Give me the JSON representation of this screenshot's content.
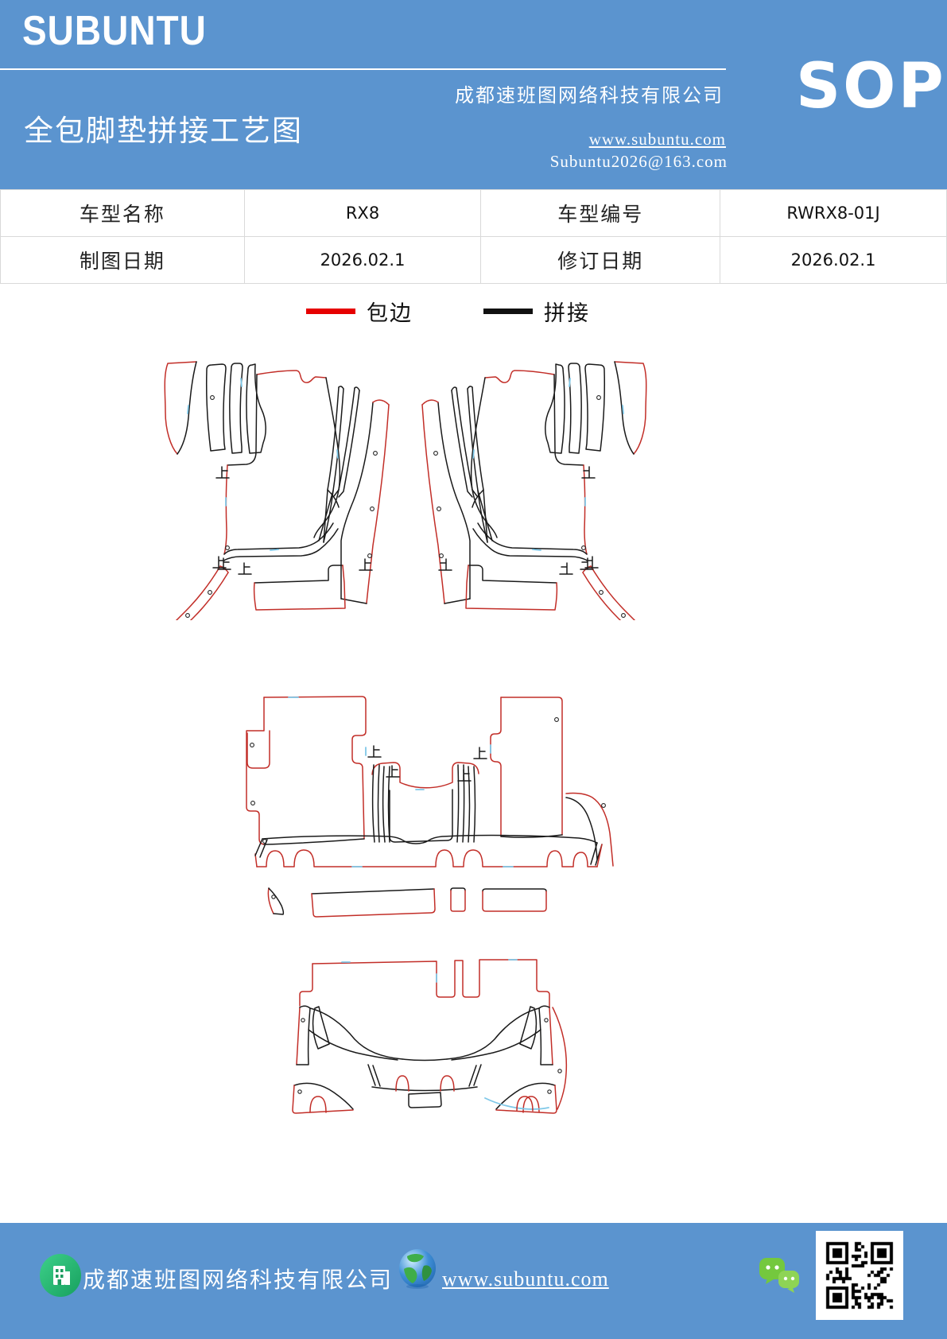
{
  "header": {
    "logo": "SUBUNTU",
    "title": "全包脚垫拼接工艺图",
    "company": "成都速班图网络科技有限公司",
    "website": "www.subuntu.com",
    "email": "Subuntu2026@163.com",
    "sop": "SOP"
  },
  "info_table": {
    "rows": [
      [
        "车型名称",
        "RX8",
        "车型编号",
        "RWRX8-01J"
      ],
      [
        "制图日期",
        "2026.02.1",
        "修订日期",
        "2026.02.1"
      ]
    ]
  },
  "legend": {
    "items": [
      {
        "label": "包边",
        "color": "#e60000"
      },
      {
        "label": "拼接",
        "color": "#111111"
      }
    ]
  },
  "footer": {
    "company": "成都速班图网络科技有限公司",
    "website": "www.subuntu.com",
    "icons": [
      "company-logo-icon",
      "globe-icon",
      "wechat-icon",
      "qr-code"
    ]
  },
  "colors": {
    "band_blue": "#5b94cf",
    "legend_red": "#e60000",
    "legend_black": "#111111",
    "edge_red": "#c22e28",
    "seam_black": "#1a1a1a",
    "accent_cyan": "#7fc8e8",
    "table_border": "#d9d9d9",
    "logo_green_1": "#3dd08a",
    "logo_green_2": "#17a05e",
    "wechat_green": "#74c83e"
  }
}
